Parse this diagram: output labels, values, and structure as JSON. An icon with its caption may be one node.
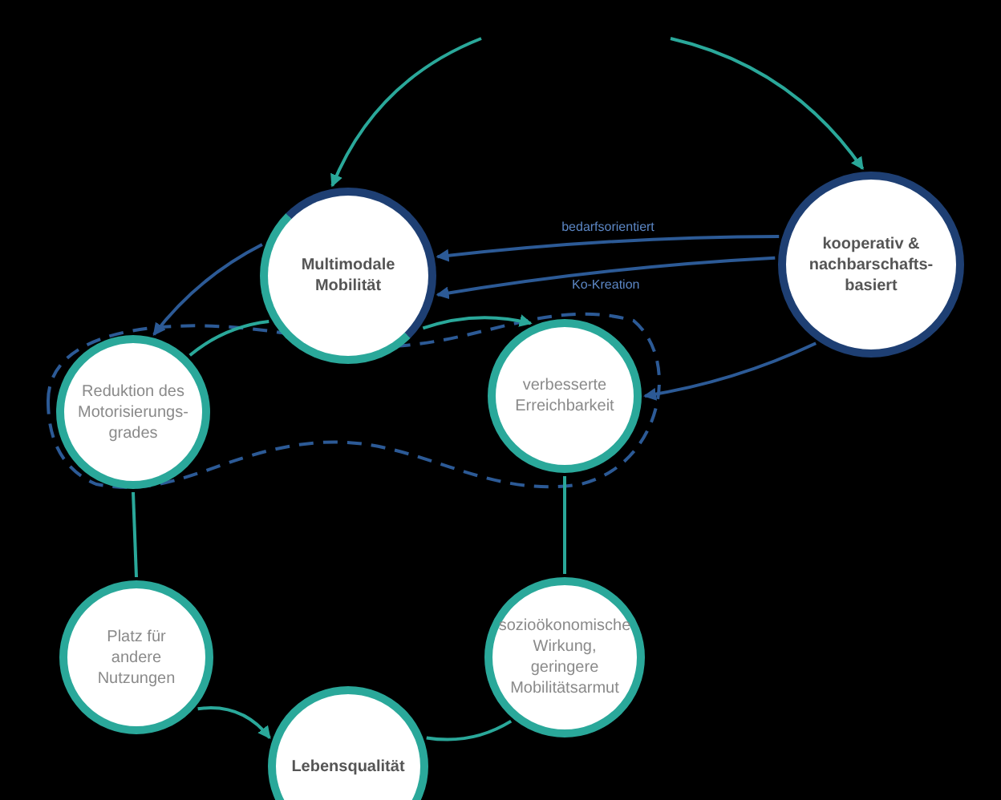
{
  "diagram": {
    "nodes": [
      {
        "text": [
          "Multimodale Mobilität"
        ]
      },
      {
        "text": [
          "kooperativ & nachbarschafts-basiert"
        ]
      },
      {
        "text": [
          "Reduktion des Motorisierungs-grades"
        ]
      },
      {
        "text": [
          "verbesserte Erreichbarkeit"
        ]
      },
      {
        "text": [
          "Platz für andere Nutzungen"
        ]
      },
      {
        "text": [
          "sozioökonomische Wirkung, geringere Mobilitätsarmut"
        ]
      },
      {
        "text": [
          "Lebensqualität"
        ]
      }
    ],
    "edges": [
      {
        "from": null,
        "to": 0,
        "arrow": "to"
      },
      {
        "from": null,
        "to": 1,
        "arrow": "to"
      },
      {
        "from": 1,
        "to": 0,
        "arrow": "to",
        "label": "bedarfsorientiert",
        "color": "#2c5a96"
      },
      {
        "from": 1,
        "to": 0,
        "arrow": "to",
        "label": "Ko-Kreation",
        "color": "#2c5a96"
      },
      {
        "from": 1,
        "to": 3,
        "arrow": "to",
        "color": "#2c5a96"
      },
      {
        "from": 0,
        "to": 2,
        "arrow": "to",
        "color": "#2c5a96"
      },
      {
        "from": 0,
        "to": 2,
        "arrow": "none"
      },
      {
        "from": 0,
        "to": 3,
        "arrow": "to"
      },
      {
        "from": 2,
        "to": 4,
        "arrow": "none"
      },
      {
        "from": 3,
        "to": 5,
        "arrow": "none"
      },
      {
        "from": 4,
        "to": 6,
        "arrow": "to"
      },
      {
        "from": 5,
        "to": 6,
        "arrow": "none"
      }
    ]
  }
}
